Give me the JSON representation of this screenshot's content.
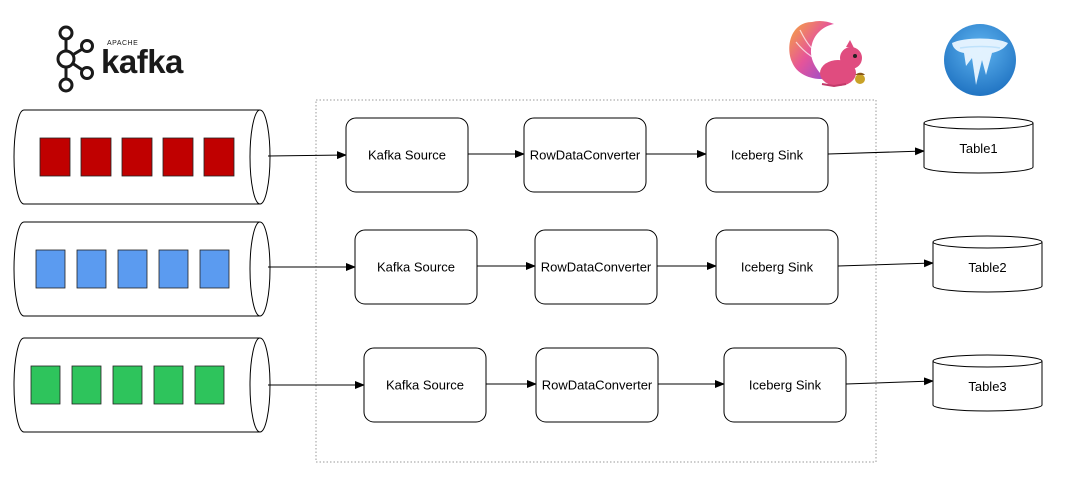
{
  "logos": {
    "kafka": {
      "brand": "kafka",
      "tagline": "APACHE",
      "color": "#1a1a1a"
    },
    "flink": {
      "icon": "flink-squirrel-icon"
    },
    "iceberg": {
      "icon": "iceberg-icon",
      "color": "#2f86d6"
    }
  },
  "colors": {
    "red": "#c00000",
    "blue": "#5b9bf0",
    "green": "#2ec45c",
    "stroke": "#000000",
    "frame": "#999999"
  },
  "pipelines": [
    {
      "topic_color": "#c00000",
      "source": "Kafka Source",
      "converter": "RowDataConverter",
      "sink": "Iceberg Sink",
      "table": "Table1"
    },
    {
      "topic_color": "#5b9bf0",
      "source": "Kafka Source",
      "converter": "RowDataConverter",
      "sink": "Iceberg Sink",
      "table": "Table2"
    },
    {
      "topic_color": "#2ec45c",
      "source": "Kafka Source",
      "converter": "RowDataConverter",
      "sink": "Iceberg Sink",
      "table": "Table3"
    }
  ]
}
